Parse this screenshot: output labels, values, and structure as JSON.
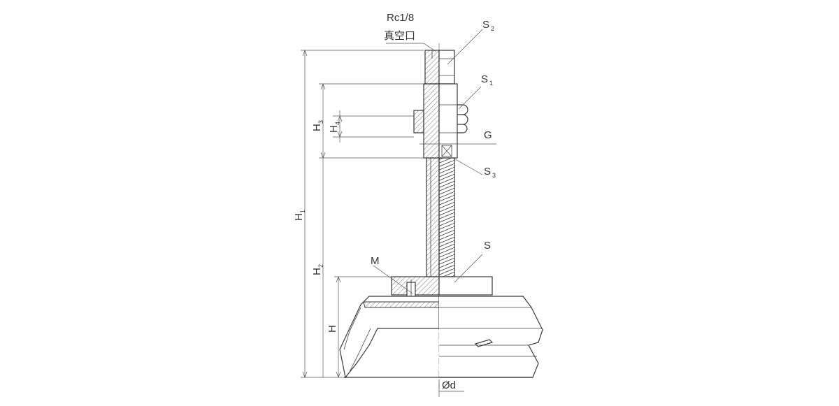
{
  "diagram": {
    "labels": {
      "port_thread": "Rc1/8",
      "port_name": "真空口",
      "s2": "S",
      "s2_sub": "2",
      "s1": "S",
      "s1_sub": "1",
      "g": "G",
      "s3": "S",
      "s3_sub": "3",
      "s": "S",
      "m": "M",
      "h1": "H",
      "h1_sub": "1",
      "h2": "H",
      "h2_sub": "2",
      "h3": "H",
      "h3_sub": "3",
      "h4": "H",
      "h4_sub": "4",
      "h": "H",
      "diameter": "Ød"
    }
  }
}
